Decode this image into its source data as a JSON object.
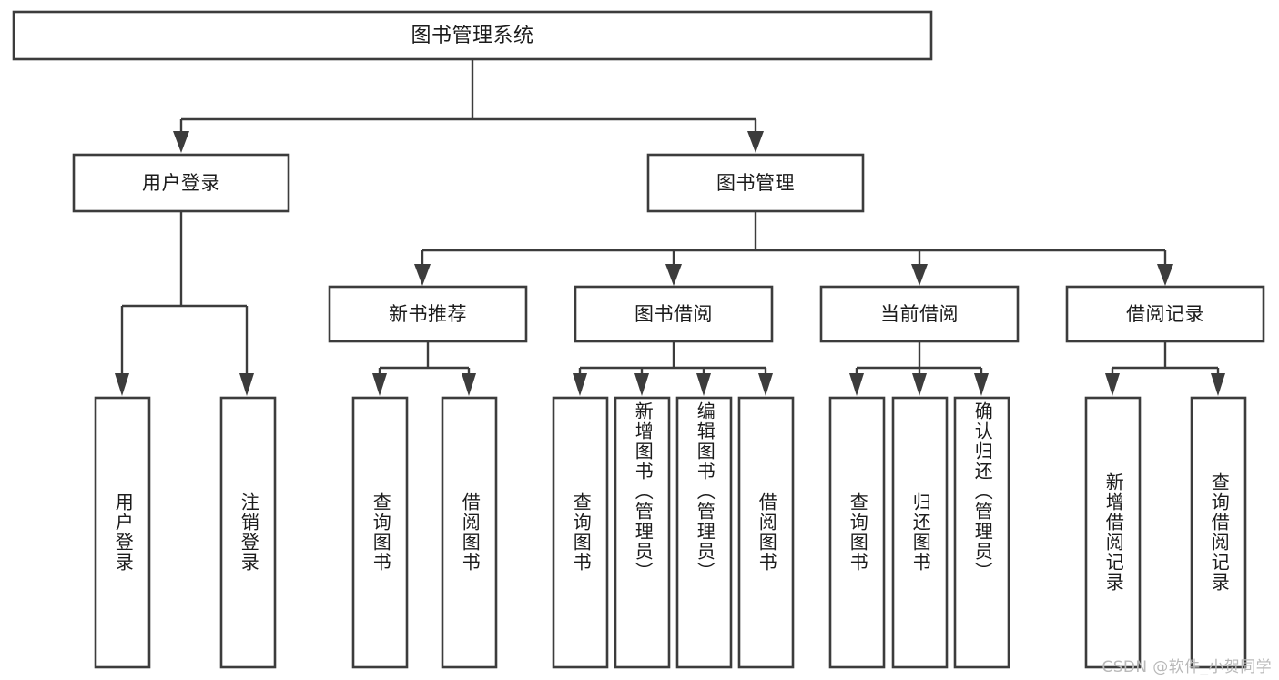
{
  "diagram": {
    "type": "tree",
    "title": "图书管理系统",
    "orientation": "top-down",
    "colors": {
      "box_fill": "#ffffff",
      "box_stroke": "#3c3c3c",
      "connector": "#3c3c3c",
      "text": "#1b1b1b",
      "watermark": "#b9b9b9",
      "background": "#ffffff"
    },
    "root": {
      "label": "图书管理系统"
    },
    "level2": [
      {
        "label": "用户登录"
      },
      {
        "label": "图书管理"
      }
    ],
    "level3": [
      {
        "label": "新书推荐"
      },
      {
        "label": "图书借阅"
      },
      {
        "label": "当前借阅"
      },
      {
        "label": "借阅记录"
      }
    ],
    "leaves": {
      "user_login": [
        {
          "label": "用户登录"
        },
        {
          "label": "注销登录"
        }
      ],
      "new_book_recommend": [
        {
          "label": "查询图书"
        },
        {
          "label": "借阅图书"
        }
      ],
      "book_borrow": [
        {
          "label": "查询图书"
        },
        {
          "label": "新增图书（管理员）"
        },
        {
          "label": "编辑图书（管理员）"
        },
        {
          "label": "借阅图书"
        }
      ],
      "current_borrow": [
        {
          "label": "查询图书"
        },
        {
          "label": "归还图书"
        },
        {
          "label": "确认归还（管理员）"
        }
      ],
      "borrow_record": [
        {
          "label": "新增借阅记录"
        },
        {
          "label": "查询借阅记录"
        }
      ]
    },
    "watermark": "CSDN @软件_小贺同学"
  }
}
